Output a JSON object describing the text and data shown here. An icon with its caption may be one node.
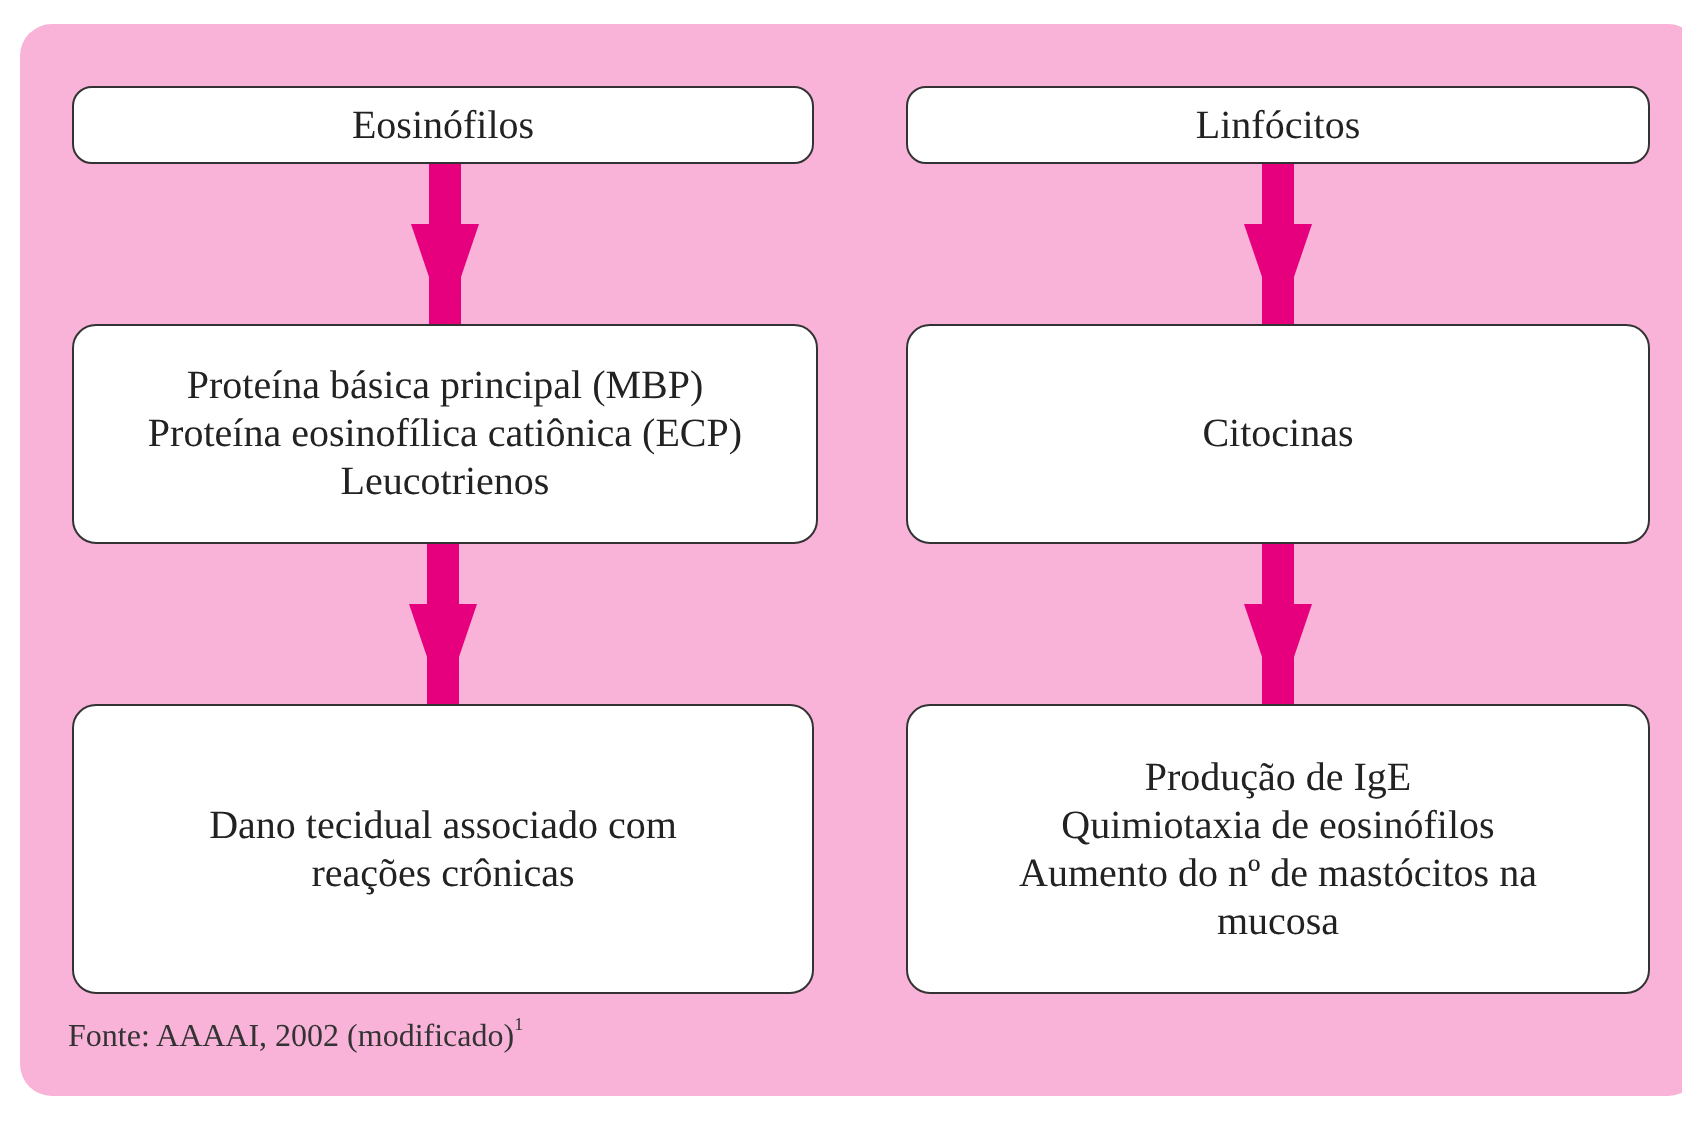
{
  "diagram": {
    "caption": "Fonte: AAAAI, 2002 (modificado)$^{1}$",
    "nodes": [
      {
        "text": [
          "Eosinófilos"
        ]
      },
      {
        "text": [
          "Linfócitos"
        ]
      },
      {
        "text": [
          "Proteína básica principal (MBP)",
          "Proteína eosinofílica catiônica (ECP)",
          "Leucotrienos"
        ]
      },
      {
        "text": [
          "Citocinas"
        ]
      },
      {
        "text": [
          "Dano tecidual associado com reações crônicas"
        ]
      },
      {
        "text": [
          "Produção de IgE",
          "Quimiotaxia de eosinófilos",
          "Aumento do nº de mastócitos na mucosa"
        ]
      }
    ],
    "edges": [
      {
        "from": 0,
        "to": 2,
        "arrow": "to"
      },
      {
        "from": 2,
        "to": 4,
        "arrow": "to"
      },
      {
        "from": 1,
        "to": 3,
        "arrow": "to"
      },
      {
        "from": 3,
        "to": 5,
        "arrow": "to"
      }
    ]
  }
}
